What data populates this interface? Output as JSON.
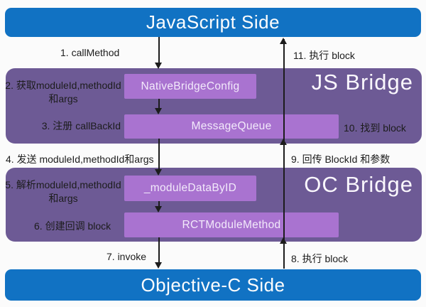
{
  "colors": {
    "side_bar_blue": "#1172c3",
    "bridge_panel_purple": "#6d5a95",
    "module_box_purple": "#a973d0",
    "arrow_black": "#1c1c1c",
    "background": "#fbfbfb"
  },
  "top_bar": {
    "label": "JavaScript Side"
  },
  "bottom_bar": {
    "label": "Objective-C Side"
  },
  "js_bridge": {
    "title": "JS Bridge",
    "boxes": [
      {
        "label": "NativeBridgeConfig"
      },
      {
        "label": "MessageQueue"
      }
    ]
  },
  "oc_bridge": {
    "title": "OC Bridge",
    "boxes": [
      {
        "label": "_moduleDataByID"
      },
      {
        "label": "RCTModuleMethod"
      }
    ]
  },
  "steps": {
    "s1": "1. callMethod",
    "s2a": "2. 获取moduleId,methodId",
    "s2b": "和args",
    "s3": "3. 注册 callBackId",
    "s4": "4. 发送 moduleId,methodId和args",
    "s5a": "5. 解析moduleId,methodId",
    "s5b": "和args",
    "s6": "6. 创建回调 block",
    "s7": "7. invoke",
    "s8": "8. 执行 block",
    "s9": "9. 回传 BlockId 和参数",
    "s10": "10. 找到 block",
    "s11": "11. 执行 block"
  }
}
